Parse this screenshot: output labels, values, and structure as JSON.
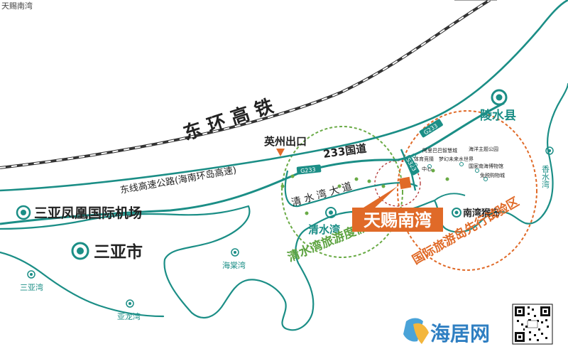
{
  "page": {
    "corner_title": "天赐南湾"
  },
  "colors": {
    "teal": "#1b8e86",
    "orange": "#e06a28",
    "green": "#6aab46",
    "dark": "#222222",
    "rail": "#333333"
  },
  "roads": {
    "railway": "东 环 高 铁",
    "expressway": "东线高速公路(海南环岛高速)",
    "national_road": "233国道",
    "g233_badge": "G233",
    "s323_badge": "S323",
    "qingshuiwan_avenue": "清 水 湾 大 道",
    "yingzhou_exit": "英州出口"
  },
  "places": {
    "airport": "三亚凤凰国际机场",
    "sanya_city": "三亚市",
    "lingshui": "陵水县",
    "qingshuiwan": "清水湾",
    "nanwan_monkey_island": "南湾猴岛",
    "haitang_bay": "海棠湾",
    "sanya_bay": "三亚湾",
    "yalong_bay": "亚龙湾",
    "xiangshui_bay": "香水湾"
  },
  "pois": {
    "alibaba": "阿里巴巴智慧城",
    "ocean_park": "海洋主题公园",
    "sports": "体育竞猜",
    "sports2": "中心",
    "dream": "梦幻未来水世界",
    "museum": "国家南海博物馆",
    "dutyfree": "免税购物城"
  },
  "zones": {
    "qingshuiwan_resort": "清水湾旅游度假区",
    "intl_pilot_zone": "国际旅游岛先行试验区"
  },
  "project": {
    "name": "天赐南湾"
  },
  "brand": {
    "logo_text": "海居网"
  }
}
